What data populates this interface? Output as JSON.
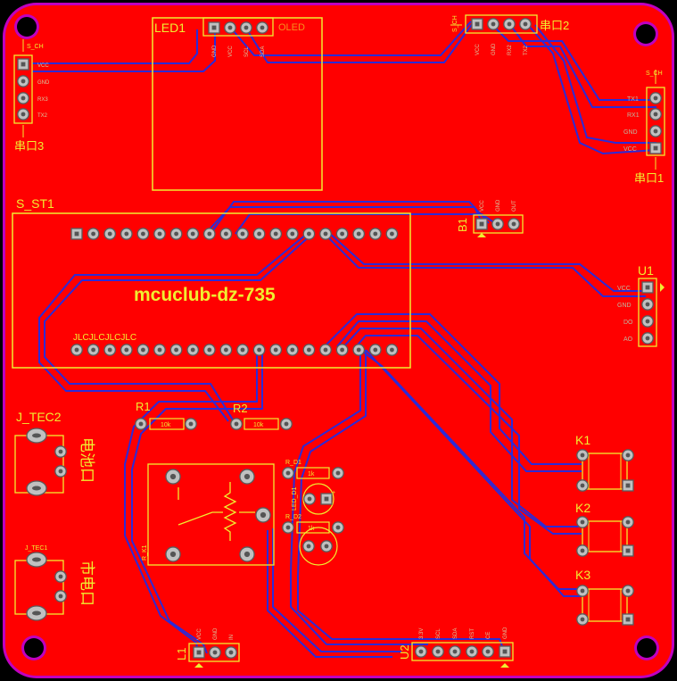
{
  "board": {
    "title": "mcuclub-dz-735",
    "colors": {
      "copper": "#ff0000",
      "silk": "#f0ee30",
      "trace": "#2b2bd8",
      "outline": "#c000c0",
      "pad": "#c8c8c8"
    }
  },
  "components": {
    "led1": {
      "ref": "LED1",
      "name": "OLED",
      "pins": [
        "GND",
        "VCC",
        "SCL",
        "SDA"
      ]
    },
    "uart2": {
      "ref": "串口2",
      "pins": [
        "VCC",
        "GND",
        "RX2",
        "TX2"
      ],
      "tag": "S_CH"
    },
    "uart3": {
      "ref": "串口3",
      "pins": [
        "VCC",
        "GND",
        "RX3",
        "TX2"
      ],
      "tag": "S_CH"
    },
    "uart1": {
      "ref": "串口1",
      "pins": [
        "TX1",
        "RX1",
        "GND",
        "VCC"
      ],
      "tag": "S_CH"
    },
    "mcu": {
      "ref": "S_ST1",
      "silk": "JLCJLCJLCJLC"
    },
    "b1": {
      "ref": "B1",
      "pins": [
        "VCC",
        "GND",
        "OUT"
      ]
    },
    "u1": {
      "ref": "U1",
      "pins": [
        "VCC",
        "GND",
        "DO",
        "AO"
      ]
    },
    "jtec2": {
      "ref": "J_TEC2",
      "label": "电池口"
    },
    "jtec1": {
      "ref": "J_TEC1",
      "label": "市电口"
    },
    "r1": {
      "ref": "R1",
      "value": "10k"
    },
    "r2": {
      "ref": "R2",
      "value": "10k"
    },
    "rd1": {
      "ref": "R_D1",
      "value": "1k"
    },
    "rd2": {
      "ref": "R_D2",
      "value": "1k"
    },
    "rk1": {
      "ref": "R_K1"
    },
    "d1": {
      "label": "LED_D1"
    },
    "k1": {
      "ref": "K1"
    },
    "k2": {
      "ref": "K2"
    },
    "k3": {
      "ref": "K3"
    },
    "l1": {
      "ref": "L1",
      "pins": [
        "VCC",
        "GND",
        "IN"
      ]
    },
    "u2": {
      "ref": "U2",
      "pins": [
        "3.3V",
        "SCL",
        "SDA",
        "RST",
        "CE",
        "GND"
      ]
    }
  }
}
